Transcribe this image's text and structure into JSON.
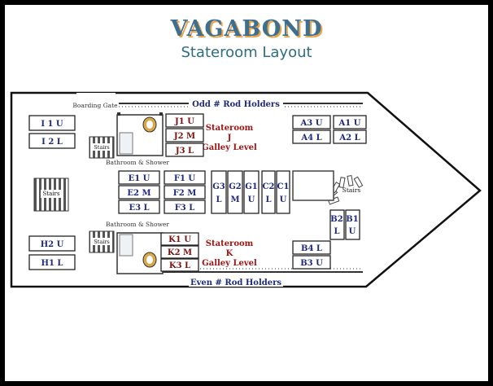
{
  "header": {
    "title": "VAGABOND",
    "subtitle": "Stateroom Layout"
  },
  "labels": {
    "boarding_gate": "Boarding Gate",
    "odd_rods": "Odd # Rod Holders",
    "even_rods": "Even # Rod Holders",
    "bath_top": "Bathroom & Shower",
    "bath_bottom": "Bathroom & Shower",
    "stairs_left": "Stairs",
    "stairs_top": "Stairs",
    "stairs_bottom": "Stairs",
    "stairs_right": "Stairs",
    "stateroom_j": [
      "Stateroom",
      "J",
      "Galley Level"
    ],
    "stateroom_k": [
      "Stateroom",
      "K",
      "Galley Level"
    ]
  },
  "bunks": {
    "I1": "I 1  U",
    "I2": "I 2  L",
    "H2": "H2  U",
    "H1": "H1  L",
    "J1": "J1  U",
    "J2": "J2  M",
    "J3": "J3  L",
    "K1": "K1  U",
    "K2": "K2  M",
    "K3": "K3  L",
    "E1": "E1  U",
    "E2": "E2  M",
    "E3": "E3  L",
    "F1": "F1  U",
    "F2": "F2  M",
    "F3": "F3  L",
    "G3": [
      "G3",
      "L"
    ],
    "G2": [
      "G2",
      "M"
    ],
    "G1": [
      "G1",
      "U"
    ],
    "C2": [
      "C2",
      "L"
    ],
    "C1": [
      "C1",
      "U"
    ],
    "A3": "A3  U",
    "A1": "A1  U",
    "A4": "A4  L",
    "A2": "A2  L",
    "B4": "B4  L",
    "B3": "B3  U",
    "B2": [
      "B2",
      "L"
    ],
    "B1": [
      "B1",
      "U"
    ]
  },
  "colors": {
    "bunk_text": "#1e2a7a",
    "galley_bunk_text": "#7a1010",
    "stateroom_text": "#a01515",
    "rod_text": "#1e2a7a"
  }
}
